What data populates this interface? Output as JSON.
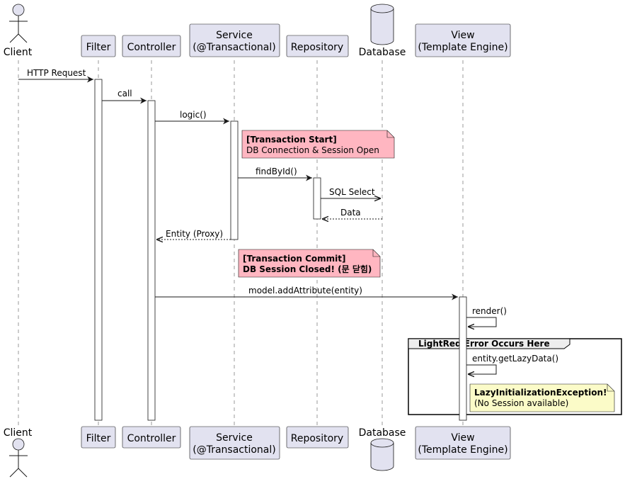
{
  "participants": {
    "client": "Client",
    "filter": "Filter",
    "controller": "Controller",
    "service_l1": "Service",
    "service_l2": "(@Transactional)",
    "repository": "Repository",
    "database": "Database",
    "view_l1": "View",
    "view_l2": "(Template Engine)"
  },
  "messages": {
    "http_request": "HTTP Request",
    "call": "call",
    "logic": "logic()",
    "find_by_id": "findById()",
    "sql_select": "SQL Select",
    "data": "Data",
    "entity_proxy": "Entity (Proxy)",
    "add_attribute": "model.addAttribute(entity)",
    "render": "render()",
    "get_lazy_data": "entity.getLazyData()"
  },
  "notes": {
    "tx_start_title": "[Transaction Start]",
    "tx_start_body": "DB Connection & Session Open",
    "tx_commit_title": "[Transaction Commit]",
    "tx_commit_body": "DB Session Closed! (문 닫힘)",
    "lazy_title": "LazyInitializationException!",
    "lazy_body": "(No Session available)"
  },
  "group": {
    "title": "LightRed Error Occurs Here"
  },
  "colors": {
    "participant_fill": "#E2E2F0",
    "note_pink": "#FFB6C1",
    "note_yellow": "#FBFBC8",
    "border": "#181818"
  }
}
